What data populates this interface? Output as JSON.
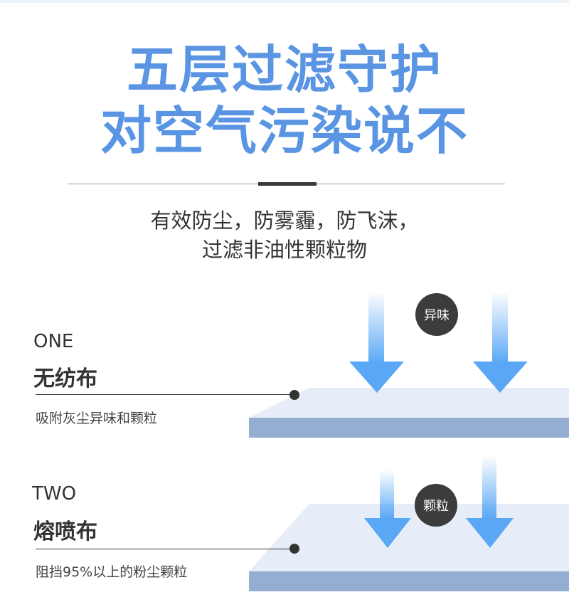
{
  "headline": {
    "line1": "五层过滤守护",
    "line2": "对空气污染说不"
  },
  "subtitle": {
    "line1": "有效防尘，防雾霾，防飞沫，",
    "line2": "过滤非油性颗粒物"
  },
  "layers": [
    {
      "index_label": "ONE",
      "name": "无纺布",
      "description": "吸附灰尘异味和颗粒",
      "badge": "异味"
    },
    {
      "index_label": "TWO",
      "name": "熔喷布",
      "description": "阻挡95%以上的粉尘颗粒",
      "badge": "颗粒"
    }
  ],
  "colors": {
    "title": "#5a95e4",
    "layer_top": "#e6edf8",
    "layer_side": "#93aed0",
    "arrow": "#5aa8f5"
  }
}
